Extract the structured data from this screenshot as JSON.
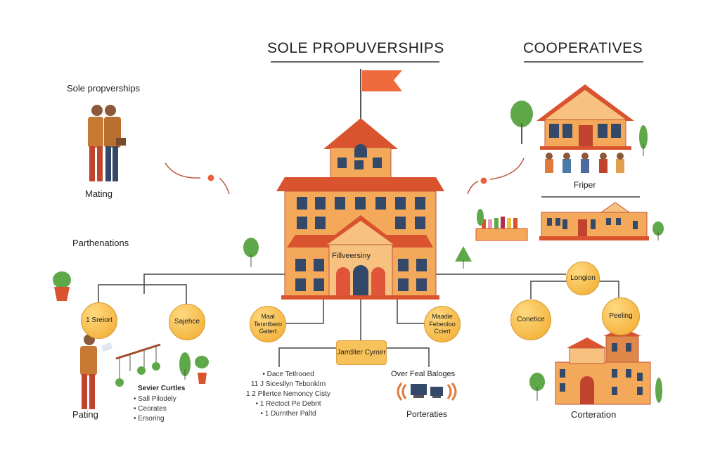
{
  "headers": {
    "main_title": "SOLE PROPUVERSHIPS",
    "right_title": "COOPERATIVES"
  },
  "left": {
    "section1_label": "Sole propverships",
    "people_caption": "Mating",
    "section2_label": "Parthenations",
    "circles": [
      "1 Sreiort",
      "Sajehce"
    ],
    "list_title": "Sevier Curtles",
    "list_items": [
      "Sall Pilodely",
      "Ceorates",
      "Ersoring"
    ],
    "figure_caption": "Pating"
  },
  "center": {
    "building_sign": "Fillveersiny",
    "circles": [
      "Maal Tenntbero Gatert",
      "Maadie Febeoloo Cciert"
    ],
    "box": "Jarrditer Cyroirr",
    "list_items": [
      "• Dace Tetlrooed",
      "11 J Sicesllyn Tebonklrn",
      "1 2 Pllertce Nemoncy Cisty",
      "• 1 Rectoct Pe Debnt",
      "• 1 Durnther Paltd"
    ],
    "devices_title": "Over Feal Baloges",
    "devices_caption": "Porteraties"
  },
  "right": {
    "house_caption": "Friper",
    "circles": [
      "Longion",
      "Conetice",
      "Peeling"
    ],
    "building_caption": "Corteration"
  },
  "colors": {
    "orange": "#f4a95a",
    "roof": "#d9532f",
    "window": "#34486a",
    "node": "#f5b845",
    "accent_dot": "#e8603c",
    "tree": "#5fa84a"
  }
}
